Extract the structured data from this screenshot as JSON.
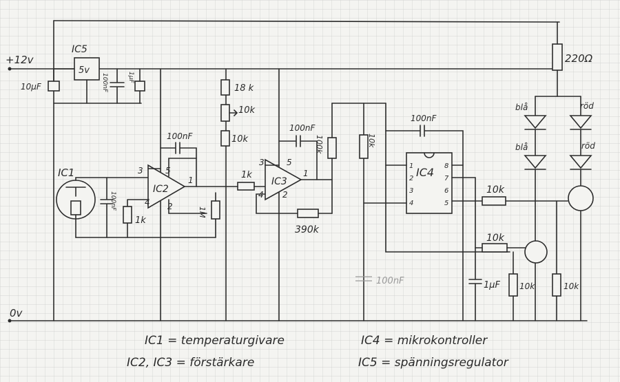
{
  "supply": {
    "plus": "+12v",
    "ground": "0v"
  },
  "parts": {
    "ic1": "IC1",
    "ic2": "IC2",
    "ic3": "IC3",
    "ic4": "IC4",
    "ic5": "IC5",
    "ic5_value": "5v"
  },
  "pins": {
    "ic2_plus": "3",
    "ic2_five": "5",
    "ic2_out": "1",
    "ic2_minus": "4",
    "ic2_two": "2",
    "ic3_plus": "3",
    "ic3_five": "5",
    "ic3_out": "1",
    "ic3_minus": "4",
    "ic3_two": "2",
    "ic4_left": [
      "1",
      "2",
      "3",
      "4"
    ],
    "ic4_right": [
      "8",
      "7",
      "6",
      "5"
    ]
  },
  "values": {
    "c_10u": "10µF",
    "c_ic5a": "100nF",
    "c_ic5b": "1µF",
    "r_220": "220Ω",
    "r_18k": "18 k",
    "pot_10k": "10k",
    "r_10k_ic3": "10k",
    "c_ic2": "100nF",
    "c_ic1": "100nF",
    "r_1k_a": "1k",
    "r_1M": "1M",
    "r_1k_b": "1k",
    "c_ic3": "100nF",
    "r_100k": "100k",
    "r_390k": "390k",
    "r_10k_ic4": "10k",
    "c_ic4": "100nF",
    "c_faint": "100nF",
    "r_10k_q1": "10k",
    "r_10k_q2": "10k",
    "c_1u": "1µF",
    "r_10k_c": "10k",
    "r_10k_d": "10k",
    "led_blue_1": "blå",
    "led_red_1": "röd",
    "led_blue_2": "blå",
    "led_red_2": "röd"
  },
  "legend": [
    "IC1 = temperaturgivare",
    "IC2, IC3 = förstärkare",
    "IC4 = mikrokontroller",
    "IC5 = spänningsregulator"
  ]
}
